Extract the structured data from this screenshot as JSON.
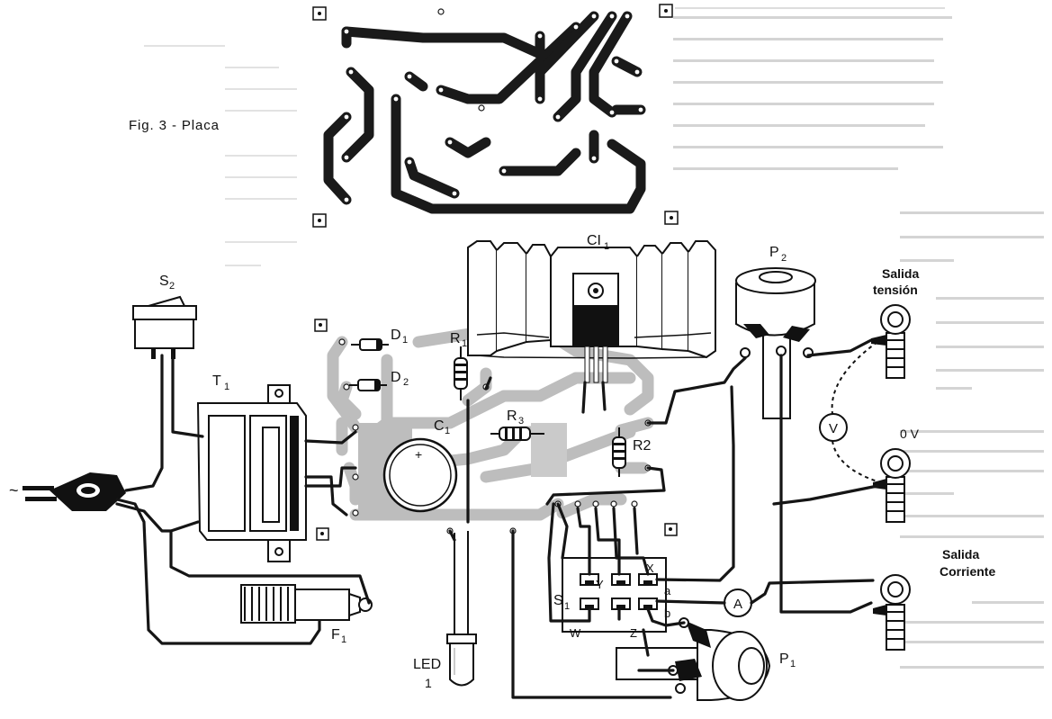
{
  "figure": {
    "caption": "Fig. 3 - Placa"
  },
  "components": {
    "ci1": "CI",
    "ci1_sub": "1",
    "p2": "P",
    "p2_sub": "2",
    "p1": "P",
    "p1_sub": "1",
    "s2": "S",
    "s2_sub": "2",
    "s1": "S",
    "s1_sub": "1",
    "t1": "T",
    "t1_sub": "1",
    "f1": "F",
    "f1_sub": "1",
    "d1": "D",
    "d1_sub": "1",
    "d2": "D",
    "d2_sub": "2",
    "r1": "R",
    "r1_sub": "1",
    "r2": "R2",
    "r3": "R",
    "r3_sub": "3",
    "c1": "C",
    "c1_sub": "1",
    "led_line1": "LED",
    "led_line2": "1"
  },
  "switch_terminals": {
    "y": "Y",
    "x": "X",
    "a": "a",
    "b": "b",
    "w": "W",
    "z": "Z"
  },
  "meters": {
    "voltmeter": "V",
    "ammeter": "A"
  },
  "outputs": {
    "voltage_line1": "Salida",
    "voltage_line2": "tensión",
    "zero_volt": "0 V",
    "current_line1": "Salida",
    "current_line2": "Corriente"
  },
  "symbols": {
    "ac_mains": "~"
  }
}
